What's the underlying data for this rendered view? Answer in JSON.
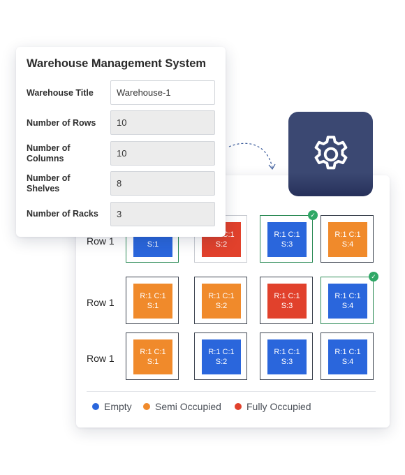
{
  "form": {
    "title": "Warehouse Management System",
    "fields": [
      {
        "label": "Warehouse Title",
        "value": "Warehouse-1"
      },
      {
        "label": "Number of Rows",
        "value": "10"
      },
      {
        "label": "Number of Columns",
        "value": "10"
      },
      {
        "label": "Number of Shelves",
        "value": "8"
      },
      {
        "label": "Number of Racks",
        "value": "3"
      }
    ]
  },
  "grid": {
    "row_labels": [
      "Row 1",
      "Row 1",
      "Row 1"
    ],
    "rows": [
      [
        {
          "line1": "R:1 C:1",
          "line2": "S:1",
          "status": "empty",
          "selected": true
        },
        {
          "line1": "R:1 C:1",
          "line2": "S:2",
          "status": "full",
          "selected": false
        },
        {
          "line1": "R:1 C:1",
          "line2": "S:3",
          "status": "empty",
          "selected": true,
          "check": true
        },
        {
          "line1": "R:1 C:1",
          "line2": "S:4",
          "status": "semi",
          "selected": false
        }
      ],
      [
        {
          "line1": "R:1 C:1",
          "line2": "S:1",
          "status": "semi",
          "selected": false
        },
        {
          "line1": "R:1 C:1",
          "line2": "S:2",
          "status": "semi",
          "selected": false
        },
        {
          "line1": "R:1 C:1",
          "line2": "S:3",
          "status": "full",
          "selected": false
        },
        {
          "line1": "R:1 C:1",
          "line2": "S:4",
          "status": "empty",
          "selected": true,
          "check": true
        }
      ],
      [
        {
          "line1": "R:1 C:1",
          "line2": "S:1",
          "status": "semi",
          "selected": false
        },
        {
          "line1": "R:1 C:1",
          "line2": "S:2",
          "status": "empty",
          "selected": false
        },
        {
          "line1": "R:1 C:1",
          "line2": "S:3",
          "status": "empty",
          "selected": false
        },
        {
          "line1": "R:1 C:1",
          "line2": "S:4",
          "status": "empty",
          "selected": false
        }
      ]
    ]
  },
  "legend": [
    {
      "label": "Empty",
      "status": "empty"
    },
    {
      "label": "Semi Occupied",
      "status": "semi"
    },
    {
      "label": "Fully Occupied",
      "status": "full"
    }
  ],
  "colors": {
    "empty": "#2a66dc",
    "semi": "#f08a2b",
    "full": "#e1412c",
    "selected_border": "#2e8b57",
    "check": "#2fa866",
    "settings_tile": "#3b4872"
  },
  "icons": {
    "settings": "gear-icon",
    "check": "check-icon",
    "arrow": "curved-arrow-icon"
  }
}
